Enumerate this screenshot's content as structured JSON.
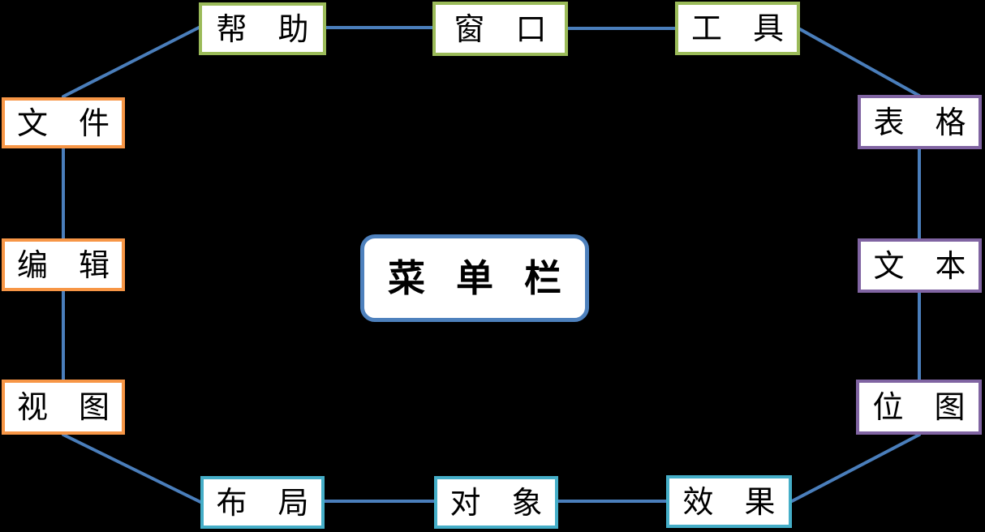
{
  "colors": {
    "background": "#000000",
    "node_fill": "#FFFFFF",
    "node_text": "#000000",
    "line": "#4A7EBB",
    "green": "#9BBB59",
    "orange": "#F79646",
    "purple": "#8064A2",
    "teal": "#45AEC8",
    "blue": "#4E81BD"
  },
  "diagram": {
    "center": {
      "id": "menu-bar",
      "label": "菜 单 栏"
    },
    "nodes": [
      {
        "id": "file",
        "label": "文 件",
        "color": "orange"
      },
      {
        "id": "edit",
        "label": "编 辑",
        "color": "orange"
      },
      {
        "id": "view",
        "label": "视 图",
        "color": "orange"
      },
      {
        "id": "help",
        "label": "帮 助",
        "color": "green"
      },
      {
        "id": "window",
        "label": "窗 口",
        "color": "green"
      },
      {
        "id": "tools",
        "label": "工 具",
        "color": "green"
      },
      {
        "id": "table",
        "label": "表 格",
        "color": "purple"
      },
      {
        "id": "text",
        "label": "文 本",
        "color": "purple"
      },
      {
        "id": "bitmap",
        "label": "位 图",
        "color": "purple"
      },
      {
        "id": "layout",
        "label": "布 局",
        "color": "teal"
      },
      {
        "id": "object",
        "label": "对 象",
        "color": "teal"
      },
      {
        "id": "effects",
        "label": "效 果",
        "color": "teal"
      }
    ],
    "edges": [
      {
        "from": "file",
        "to": "help"
      },
      {
        "from": "help",
        "to": "window"
      },
      {
        "from": "window",
        "to": "tools"
      },
      {
        "from": "tools",
        "to": "table"
      },
      {
        "from": "table",
        "to": "text"
      },
      {
        "from": "text",
        "to": "bitmap"
      },
      {
        "from": "bitmap",
        "to": "effects"
      },
      {
        "from": "effects",
        "to": "object"
      },
      {
        "from": "object",
        "to": "layout"
      },
      {
        "from": "layout",
        "to": "view"
      },
      {
        "from": "view",
        "to": "edit"
      },
      {
        "from": "edit",
        "to": "file"
      }
    ]
  }
}
